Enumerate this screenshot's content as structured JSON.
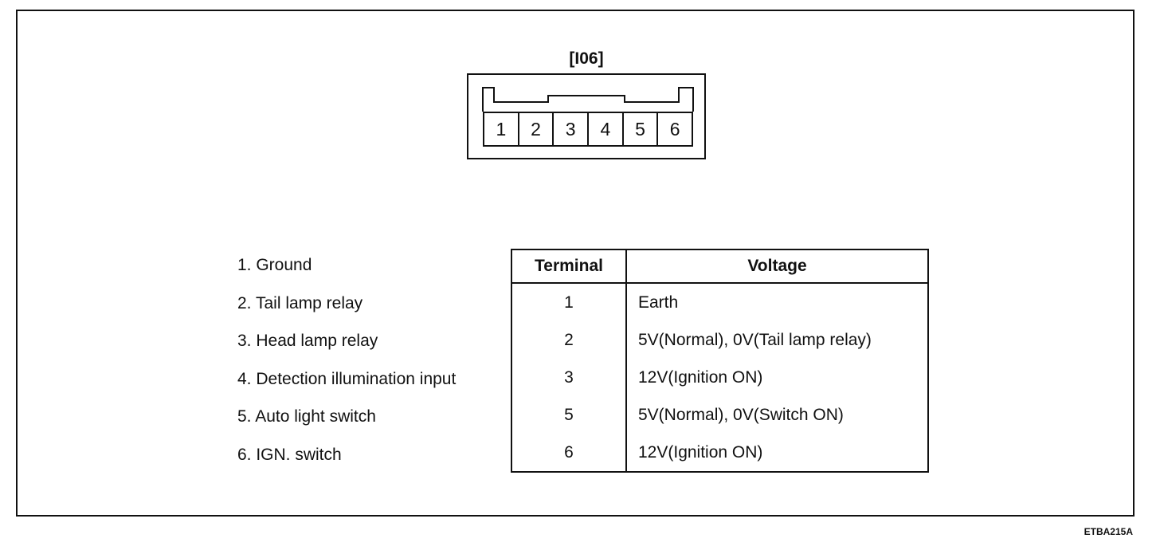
{
  "connector": {
    "label": "[I06]",
    "pins": [
      "1",
      "2",
      "3",
      "4",
      "5",
      "6"
    ]
  },
  "legend": [
    "1. Ground",
    "2. Tail lamp relay",
    "3. Head lamp relay",
    "4. Detection illumination input",
    "5. Auto light switch",
    "6. IGN. switch"
  ],
  "table": {
    "headers": {
      "terminal": "Terminal",
      "voltage": "Voltage"
    },
    "rows": [
      {
        "terminal": "1",
        "voltage": "Earth"
      },
      {
        "terminal": "2",
        "voltage": "5V(Normal), 0V(Tail lamp relay)"
      },
      {
        "terminal": "3",
        "voltage": "12V(Ignition ON)"
      },
      {
        "terminal": "5",
        "voltage": "5V(Normal), 0V(Switch ON)"
      },
      {
        "terminal": "6",
        "voltage": "12V(Ignition ON)"
      }
    ]
  },
  "figure_code": "ETBA215A"
}
